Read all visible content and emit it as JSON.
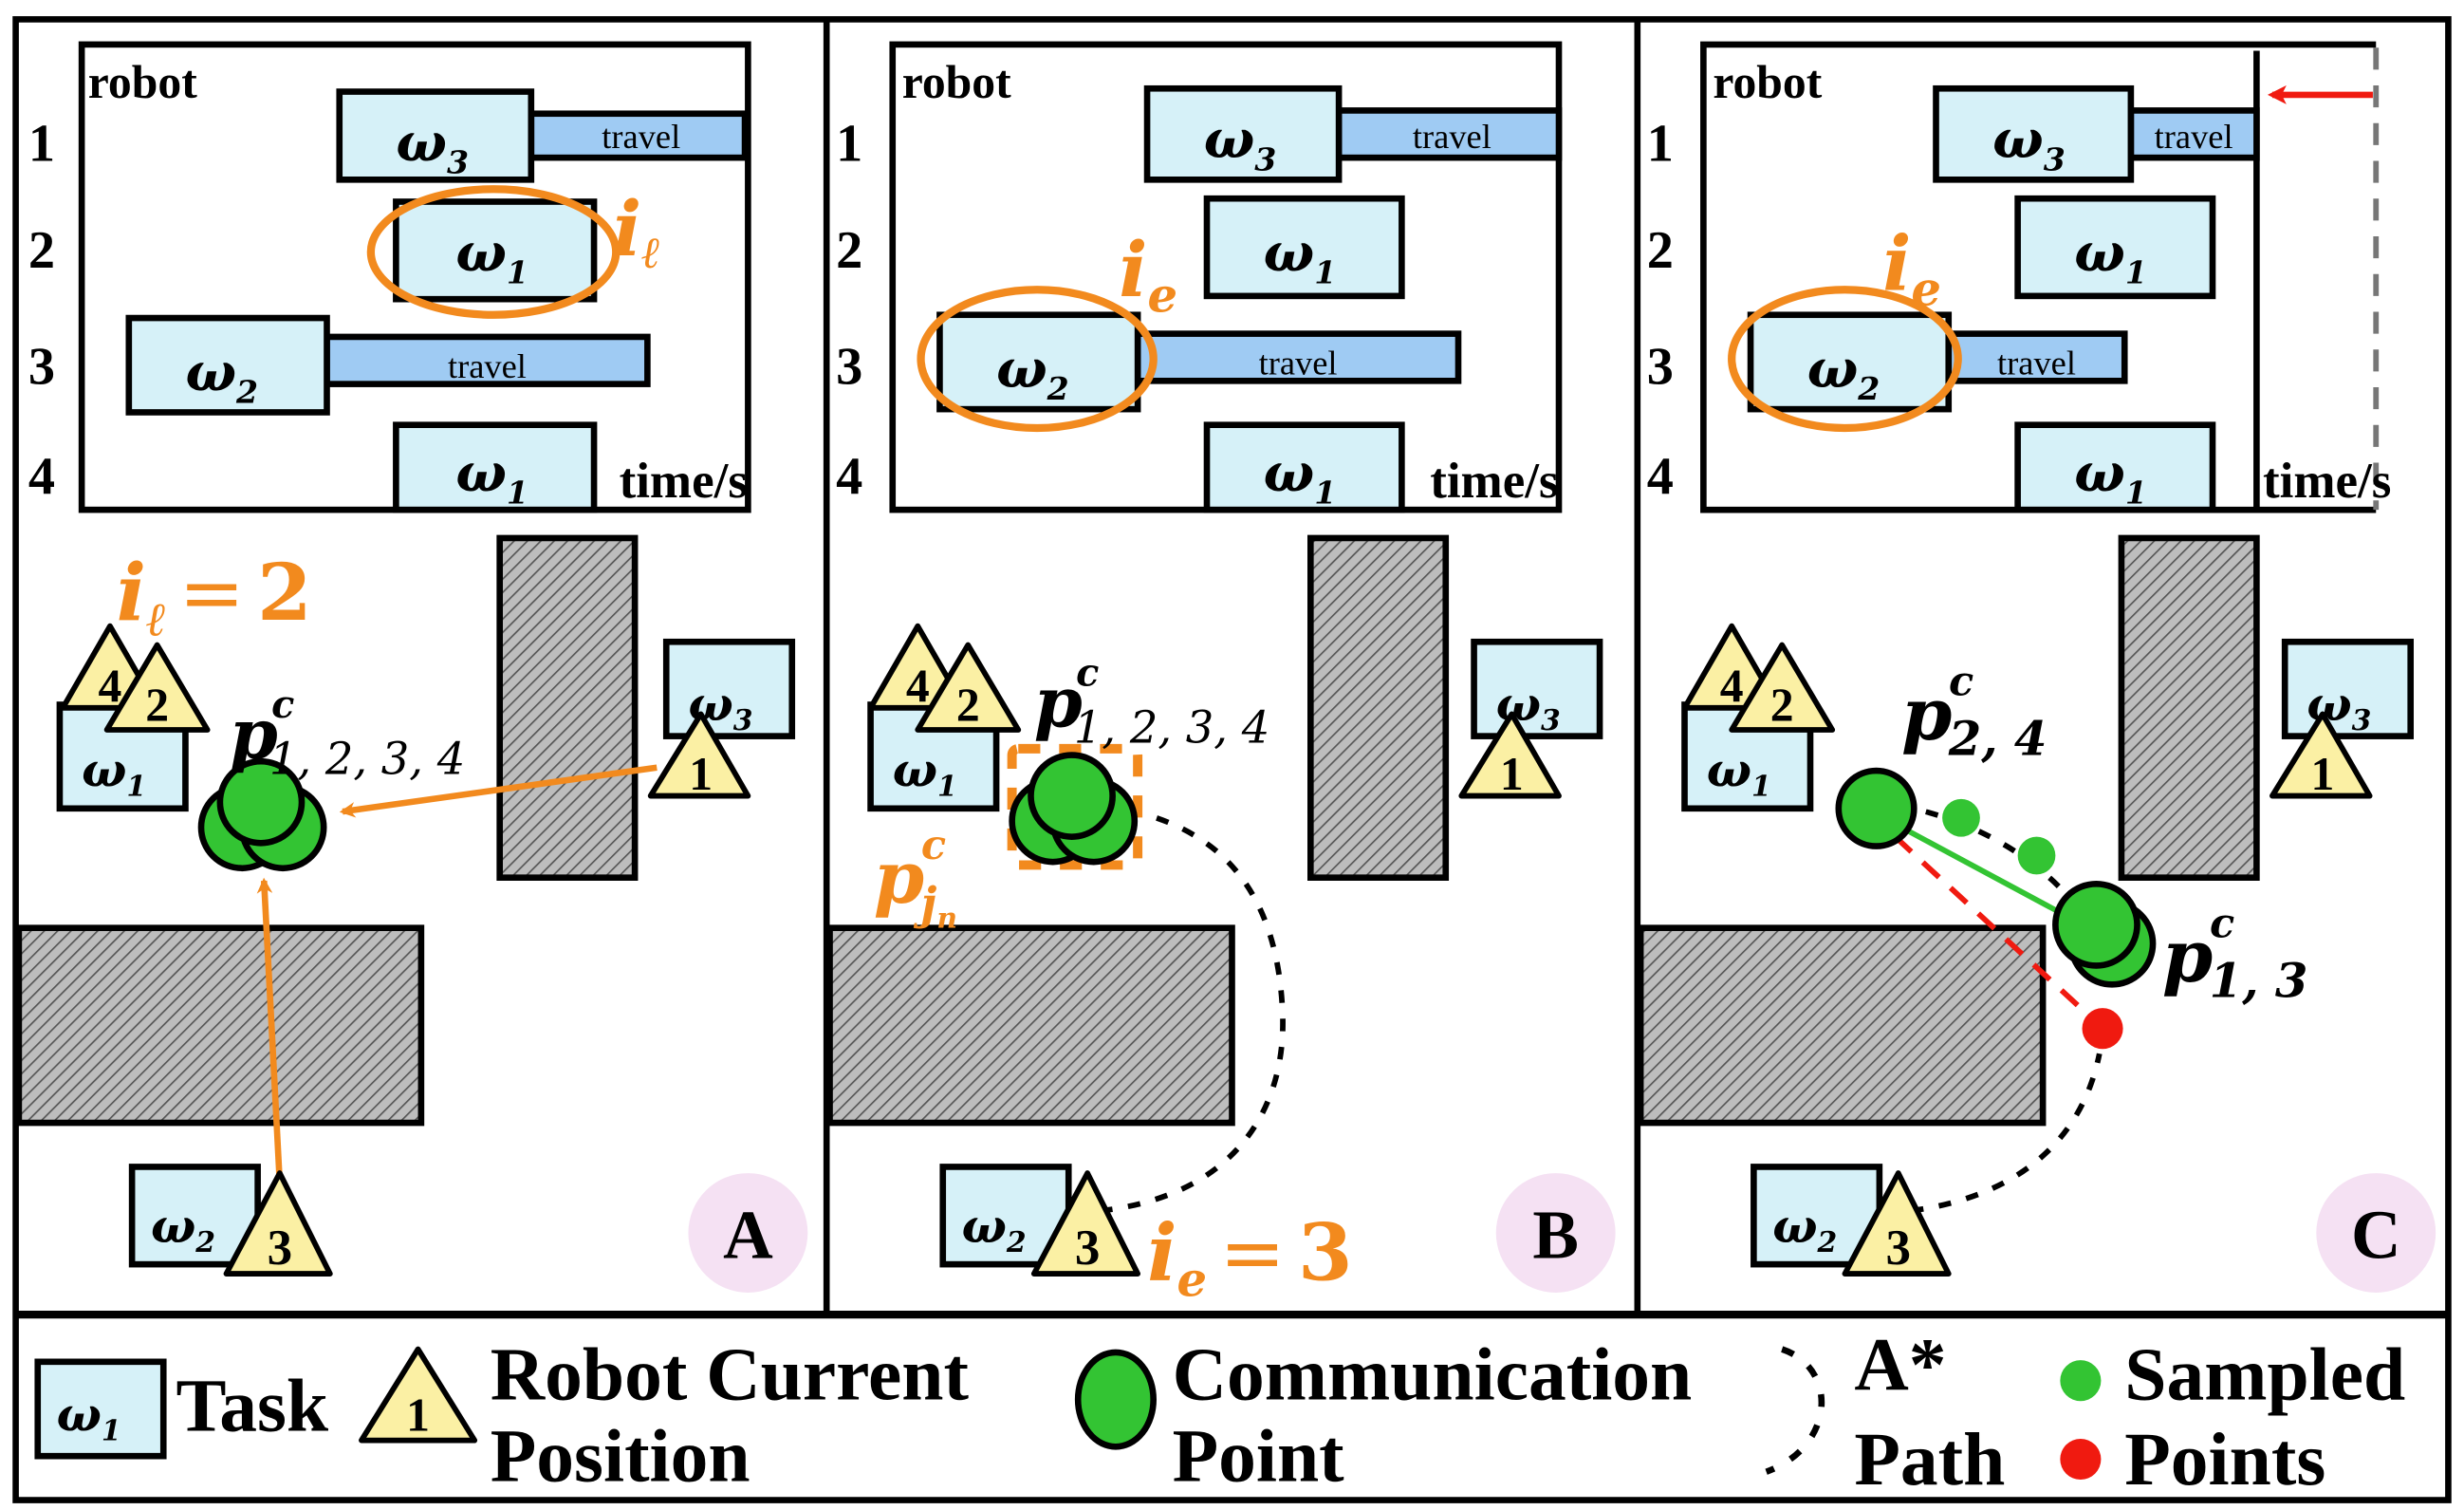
{
  "figure": {
    "panels": [
      {
        "id": "A",
        "gantt": {
          "y_label": "robot",
          "x_label": "time/s",
          "rows": [
            "1",
            "2",
            "3",
            "4"
          ],
          "blocks": [
            {
              "robot": "1",
              "task": "ω",
              "sub": "3",
              "travel": "travel"
            },
            {
              "robot": "2",
              "task": "ω",
              "sub": "1",
              "highlight": true
            },
            {
              "robot": "3",
              "task": "ω",
              "sub": "2",
              "travel": "travel"
            },
            {
              "robot": "4",
              "task": "ω",
              "sub": "1"
            }
          ],
          "highlight_label": "i",
          "highlight_sub": "ℓ"
        },
        "map": {
          "tasks": [
            {
              "sub": "1"
            },
            {
              "sub": "3"
            },
            {
              "sub": "2"
            }
          ],
          "robots": [
            "4",
            "2",
            "1",
            "3"
          ],
          "comm_point": {
            "label": "p",
            "sup": "c",
            "sub": "1, 2, 3, 4"
          },
          "annotation": {
            "lhs": "i",
            "lhs_sub": "ℓ",
            "eq": "=",
            "rhs": "2"
          }
        },
        "badge": "A"
      },
      {
        "id": "B",
        "gantt": {
          "y_label": "robot",
          "x_label": "time/s",
          "rows": [
            "1",
            "2",
            "3",
            "4"
          ],
          "blocks": [
            {
              "robot": "1",
              "task": "ω",
              "sub": "3",
              "travel": "travel"
            },
            {
              "robot": "2",
              "task": "ω",
              "sub": "1"
            },
            {
              "robot": "3",
              "task": "ω",
              "sub": "2",
              "travel": "travel",
              "highlight": true
            },
            {
              "robot": "4",
              "task": "ω",
              "sub": "1"
            }
          ],
          "highlight_label": "i",
          "highlight_sub": "e"
        },
        "map": {
          "tasks": [
            {
              "sub": "1"
            },
            {
              "sub": "3"
            },
            {
              "sub": "2"
            }
          ],
          "robots": [
            "4",
            "2",
            "1",
            "3"
          ],
          "comm_point": {
            "label": "p",
            "sup": "c",
            "sub": "1, 2, 3, 4"
          },
          "selected_point": {
            "label": "p",
            "sup": "c",
            "sub": "j",
            "subsub": "n"
          },
          "annotation": {
            "lhs": "i",
            "lhs_sub": "e",
            "eq": "=",
            "rhs": "3"
          }
        },
        "badge": "B"
      },
      {
        "id": "C",
        "gantt": {
          "y_label": "robot",
          "x_label": "time/s",
          "rows": [
            "1",
            "2",
            "3",
            "4"
          ],
          "blocks": [
            {
              "robot": "1",
              "task": "ω",
              "sub": "3",
              "travel": "travel"
            },
            {
              "robot": "2",
              "task": "ω",
              "sub": "1"
            },
            {
              "robot": "3",
              "task": "ω",
              "sub": "2",
              "travel": "travel",
              "highlight": true
            },
            {
              "robot": "4",
              "task": "ω",
              "sub": "1"
            }
          ],
          "highlight_label": "i",
          "highlight_sub": "e"
        },
        "map": {
          "tasks": [
            {
              "sub": "1"
            },
            {
              "sub": "3"
            },
            {
              "sub": "2"
            }
          ],
          "robots": [
            "4",
            "2",
            "1",
            "3"
          ],
          "comm_point_a": {
            "label": "p",
            "sup": "c",
            "sub": "2, 4"
          },
          "comm_point_b": {
            "label": "p",
            "sup": "c",
            "sub": "1, 3"
          }
        },
        "badge": "C"
      }
    ],
    "legend": {
      "task_symbol": "ω",
      "task_sub": "1",
      "task_label": "Task",
      "robot_symbol": "1",
      "robot_label_1": "Robot Current",
      "robot_label_2": "Position",
      "comm_label_1": "Communication",
      "comm_label_2": "Point",
      "path_label_1": "A*",
      "path_label_2": "Path",
      "sampled_label_1": "Sampled",
      "sampled_label_2": "Points"
    },
    "colors": {
      "orange": "#f28a1e",
      "task_fill": "#d6f1f8",
      "travel_fill": "#9fcbf3",
      "robot_fill": "#fbf0a4",
      "comm_green": "#33c433",
      "red": "#f01a10",
      "badge": "#f5e1f3"
    }
  }
}
